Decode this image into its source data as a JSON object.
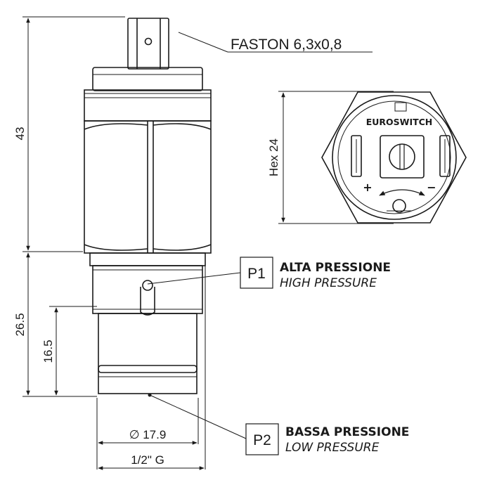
{
  "labels": {
    "faston": "FASTON 6,3x0,8",
    "brand": "EUROSWITCH",
    "hex": "Hex 24",
    "dim_overall": "43",
    "dim_thread_length": "26.5",
    "dim_lower": "16.5",
    "dim_diameter": "∅ 17.9",
    "dim_thread": "1/2\" G",
    "plus": "+",
    "minus": "−"
  },
  "ports": [
    {
      "tag": "P1",
      "title": "ALTA PRESSIONE",
      "subtitle": "HIGH PRESSURE"
    },
    {
      "tag": "P2",
      "title": "BASSA PRESSIONE",
      "subtitle": "LOW PRESSURE"
    }
  ],
  "colors": {
    "line": "#1a1a1a",
    "background": "#ffffff"
  }
}
